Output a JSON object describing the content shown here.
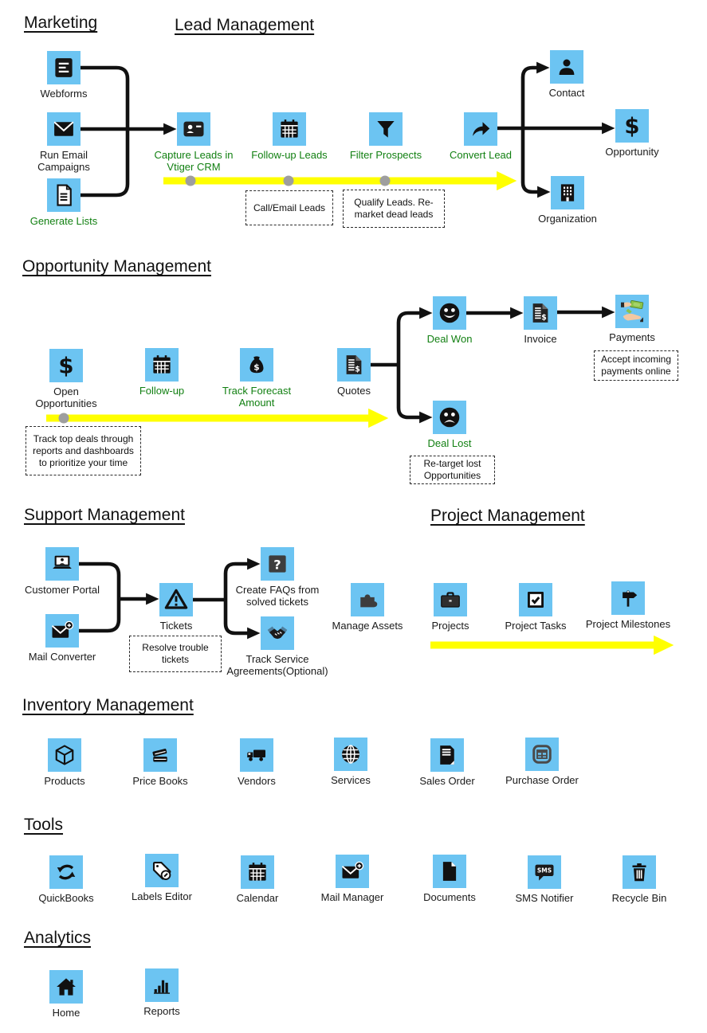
{
  "sections": {
    "marketing": {
      "title": "Marketing"
    },
    "lead_management": {
      "title": "Lead Management"
    },
    "opportunity_management": {
      "title": "Opportunity Management"
    },
    "support_management": {
      "title": "Support Management"
    },
    "project_management": {
      "title": "Project Management"
    },
    "inventory_management": {
      "title": "Inventory Management"
    },
    "tools": {
      "title": "Tools"
    },
    "analytics": {
      "title": "Analytics"
    }
  },
  "nodes": {
    "webforms": {
      "label": "Webforms",
      "icon": "document-dark-icon",
      "green": false
    },
    "run_email": {
      "label": "Run Email Campaigns",
      "icon": "envelope-icon",
      "green": false
    },
    "generate_lists": {
      "label": "Generate Lists",
      "icon": "document-outline-icon",
      "green": true
    },
    "capture_leads": {
      "label": "Capture Leads in Vtiger CRM",
      "icon": "contact-card-icon",
      "green": true
    },
    "followup_leads": {
      "label": "Follow-up Leads",
      "icon": "calendar-icon",
      "green": true
    },
    "filter_prospects": {
      "label": "Filter Prospects",
      "icon": "funnel-icon",
      "green": true
    },
    "convert_lead": {
      "label": "Convert Lead",
      "icon": "convert-arrow-icon",
      "green": true
    },
    "contact": {
      "label": "Contact",
      "icon": "person-icon",
      "green": false
    },
    "opportunity": {
      "label": "Opportunity",
      "icon": "dollar-icon",
      "green": false
    },
    "organization": {
      "label": "Organization",
      "icon": "building-icon",
      "green": false
    },
    "open_opportunities": {
      "label": "Open Opportunities",
      "icon": "dollar-icon",
      "green": false
    },
    "followup": {
      "label": "Follow-up",
      "icon": "calendar-icon",
      "green": true
    },
    "track_forecast": {
      "label": "Track Forecast Amount",
      "icon": "money-bag-icon",
      "green": true
    },
    "quotes": {
      "label": "Quotes",
      "icon": "invoice-icon",
      "green": false
    },
    "deal_won": {
      "label": "Deal Won",
      "icon": "smiley-icon",
      "green": true
    },
    "invoice": {
      "label": "Invoice",
      "icon": "invoice-icon",
      "green": false
    },
    "payments": {
      "label": "Payments",
      "icon": "payments-icon",
      "green": false
    },
    "deal_lost": {
      "label": "Deal Lost",
      "icon": "frowny-icon",
      "green": true
    },
    "customer_portal": {
      "label": "Customer Portal",
      "icon": "laptop-person-icon",
      "green": false
    },
    "mail_converter": {
      "label": "Mail Converter",
      "icon": "envelope-plus-icon",
      "green": false
    },
    "tickets": {
      "label": "Tickets",
      "icon": "warning-triangle-icon",
      "green": false
    },
    "create_faqs": {
      "label": "Create FAQs from solved tickets",
      "icon": "question-icon",
      "green": false
    },
    "track_service": {
      "label": "Track Service Agreements(Optional)",
      "icon": "handshake-icon",
      "green": false
    },
    "manage_assets": {
      "label": "Manage Assets",
      "icon": "puzzle-icon",
      "green": false
    },
    "projects": {
      "label": "Projects",
      "icon": "briefcase-icon",
      "green": false
    },
    "project_tasks": {
      "label": "Project Tasks",
      "icon": "checkbox-icon",
      "green": false
    },
    "project_milestones": {
      "label": "Project Milestones",
      "icon": "signpost-icon",
      "green": false
    },
    "products": {
      "label": "Products",
      "icon": "cube-icon",
      "green": false
    },
    "price_books": {
      "label": "Price Books",
      "icon": "books-icon",
      "green": false
    },
    "vendors": {
      "label": "Vendors",
      "icon": "truck-icon",
      "green": false
    },
    "services": {
      "label": "Services",
      "icon": "globe-icon",
      "green": false
    },
    "sales_order": {
      "label": "Sales Order",
      "icon": "sales-doc-icon",
      "green": false
    },
    "purchase_order": {
      "label": "Purchase Order",
      "icon": "purchase-grid-icon",
      "green": false
    },
    "quickbooks": {
      "label": "QuickBooks",
      "icon": "sync-icon",
      "green": false
    },
    "labels_editor": {
      "label": "Labels Editor",
      "icon": "tag-pencil-icon",
      "green": false
    },
    "calendar": {
      "label": "Calendar",
      "icon": "calendar-icon",
      "green": false
    },
    "mail_manager": {
      "label": "Mail Manager",
      "icon": "envelope-plus-icon",
      "green": false
    },
    "documents": {
      "label": "Documents",
      "icon": "file-icon",
      "green": false
    },
    "sms_notifier": {
      "label": "SMS Notifier",
      "icon": "sms-bubble-icon",
      "green": false
    },
    "recycle_bin": {
      "label": "Recycle Bin",
      "icon": "trash-icon",
      "green": false
    },
    "home": {
      "label": "Home",
      "icon": "house-icon",
      "green": false
    },
    "reports": {
      "label": "Reports",
      "icon": "bar-chart-icon",
      "green": false
    }
  },
  "annotations": {
    "call_email": "Call/Email Leads",
    "qualify": "Qualify Leads. Re-market dead leads",
    "track_top_deals": "Track top deals through reports and dashboards to prioritize your time",
    "accept_payments": "Accept incoming payments online",
    "retarget": "Re-target lost Opportunities",
    "resolve_tickets": "Resolve trouble tickets"
  },
  "colors": {
    "tile_blue": "#6cc4f2",
    "label_green": "#128012",
    "label_black": "#1a1a1a",
    "arrow_yellow": "#ffff00",
    "dot_gray": "#9e9e9e",
    "line_black": "#111111"
  }
}
